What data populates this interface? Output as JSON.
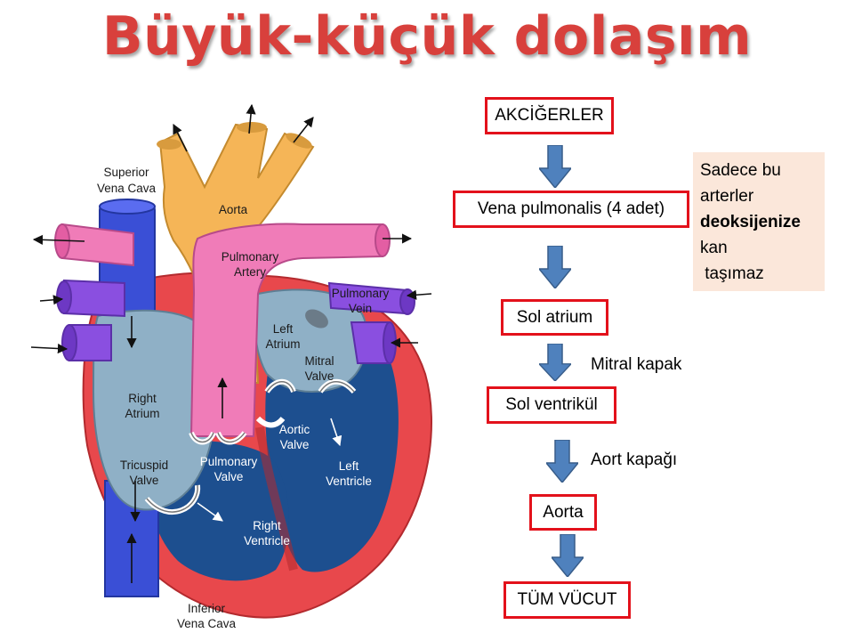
{
  "title": "Büyük-küçük dolaşım",
  "heart_labels": {
    "superior_vena_cava": [
      "Superior",
      "Vena Cava"
    ],
    "aorta": "Aorta",
    "pulmonary_artery": [
      "Pulmonary",
      "Artery"
    ],
    "pulmonary_vein": [
      "Pulmonary",
      "Vein"
    ],
    "left_atrium": [
      "Left",
      "Atrium"
    ],
    "mitral_valve": [
      "Mitral",
      "Valve"
    ],
    "right_atrium": [
      "Right",
      "Atrium"
    ],
    "aortic_valve": [
      "Aortic",
      "Valve"
    ],
    "tricuspid_valve": [
      "Tricuspid",
      "Valve"
    ],
    "pulmonary_valve": [
      "Pulmonary",
      "Valve"
    ],
    "left_ventricle": [
      "Left",
      "Ventricle"
    ],
    "right_ventricle": [
      "Right",
      "Ventricle"
    ],
    "inferior_vena_cava": [
      "Inferior",
      "Vena Cava"
    ]
  },
  "flow": {
    "steps": [
      "AKCİĞERLER",
      "Vena pulmonalis (4 adet)",
      "Sol atrium",
      "Sol ventrikül",
      "Aorta",
      "TÜM VÜCUT"
    ],
    "mitral_label": "Mitral kapak",
    "aort_label": "Aort kapağı"
  },
  "note": {
    "line1": "Sadece bu",
    "line2": "arterler",
    "line3": "deoksijenize",
    "line4": "kan",
    "line5": " taşımaz"
  },
  "colors": {
    "title": "#d8403c",
    "box_border": "#e3111b",
    "arrow": "#4f81bd",
    "note_bg": "#fbe7da",
    "aorta": "#f5b557",
    "pulmonary_artery": "#f07cb8",
    "vena_cava": "#3a4fd6",
    "pulmonary_vein": "#8a4fe0",
    "right_side": "#8fb0c6",
    "ventricle": "#1d4f8f",
    "muscle": "#e8484c"
  }
}
